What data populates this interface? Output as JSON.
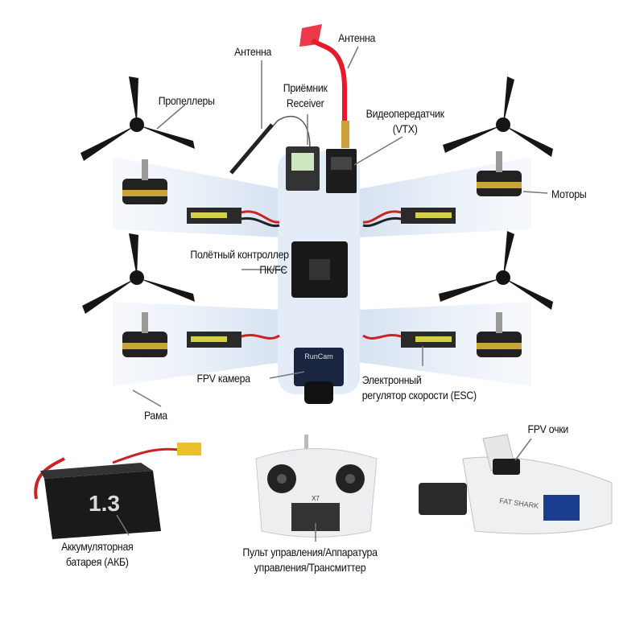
{
  "labels": {
    "antenna_rx": "Антенна",
    "antenna_vtx": "Антенна",
    "receiver_line1": "Приёмник",
    "receiver_line2": "Receiver",
    "vtx_line1": "Видеопередатчик",
    "vtx_line2": "(VTX)",
    "propellers": "Пропеллеры",
    "motors": "Моторы",
    "fc_line1": "Полётный контроллер",
    "fc_line2": "ПК/FC",
    "camera": "FPV камера",
    "esc_line1": "Электронный",
    "esc_line2": "регулятор скорости (ESC)",
    "frame": "Рама",
    "goggles": "FPV очки",
    "battery_line1": "Аккумуляторная",
    "battery_line2": "батарея (АКБ)",
    "transmitter_line1": "Пульт управления/Аппаратура",
    "transmitter_line2": "управления/Трансмиттер"
  },
  "logo_text": {
    "camera": "RunCam",
    "battery": "1.3",
    "transmitter": "X7",
    "goggles": "FAT SHARK"
  },
  "colors": {
    "frame": "#dfe9f5",
    "antenna_red": "#e8192c",
    "leader": "#777777"
  }
}
